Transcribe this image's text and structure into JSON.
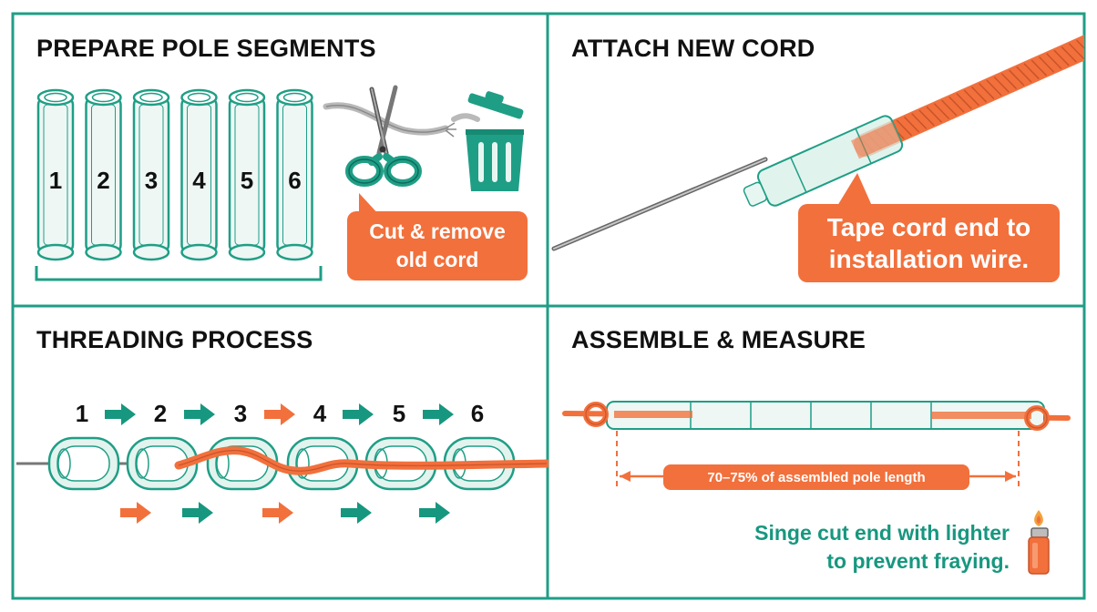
{
  "panels": {
    "prepare": {
      "title": "PREPARE POLE SEGMENTS",
      "segments": [
        "1",
        "2",
        "3",
        "4",
        "5",
        "6"
      ],
      "callout": [
        "Cut & remove",
        "old cord"
      ]
    },
    "attach": {
      "title": "ATTACH NEW CORD",
      "callout": [
        "Tape cord end to",
        "installation wire."
      ]
    },
    "threading": {
      "title": "THREADING PROCESS",
      "steps": [
        "1",
        "2",
        "3",
        "4",
        "5",
        "6"
      ]
    },
    "assemble": {
      "title": "ASSEMBLE & MEASURE",
      "measure_label": "70–75% of assembled pole length",
      "note": [
        "Singe cut end with lighter",
        "to prevent fraying."
      ]
    }
  },
  "colors": {
    "border": "#1f9e86",
    "accent_orange": "#f2703c",
    "accent_green": "#17977f",
    "tube_fill": "#eef7f4"
  },
  "icons": [
    "scissors-icon",
    "trash-can-icon",
    "lighter-icon",
    "arrow-right-icon"
  ]
}
